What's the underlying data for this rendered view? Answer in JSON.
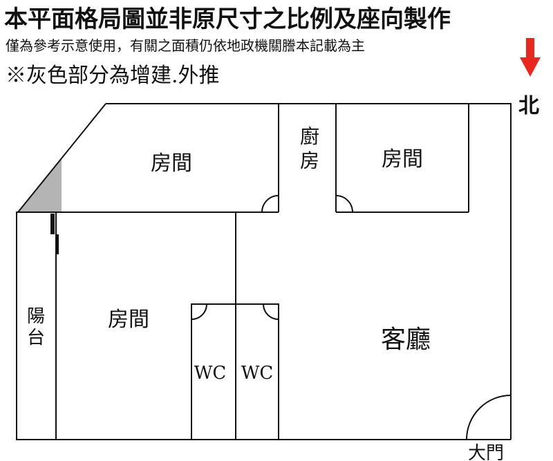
{
  "header": {
    "title": "本平面格局圖並非原尺寸之比例及座向製作",
    "note": "僅為參考示意使用，有關之面積仍依地政機關謄本記載為主",
    "legend": "※灰色部分為增建.外推"
  },
  "compass": {
    "label": "北",
    "arrow_color": "#e8271f"
  },
  "rooms": {
    "room_top_left": "房間",
    "kitchen_line1": "廚",
    "kitchen_line2": "房",
    "room_top_right": "房間",
    "room_left": "房間",
    "balcony_line1": "陽",
    "balcony_line2": "台",
    "wc_left": "WC",
    "wc_right": "WC",
    "living_room": "客廳",
    "main_door": "大門"
  },
  "colors": {
    "extension_gray": "#b4b4b4",
    "wall": "#111111"
  }
}
